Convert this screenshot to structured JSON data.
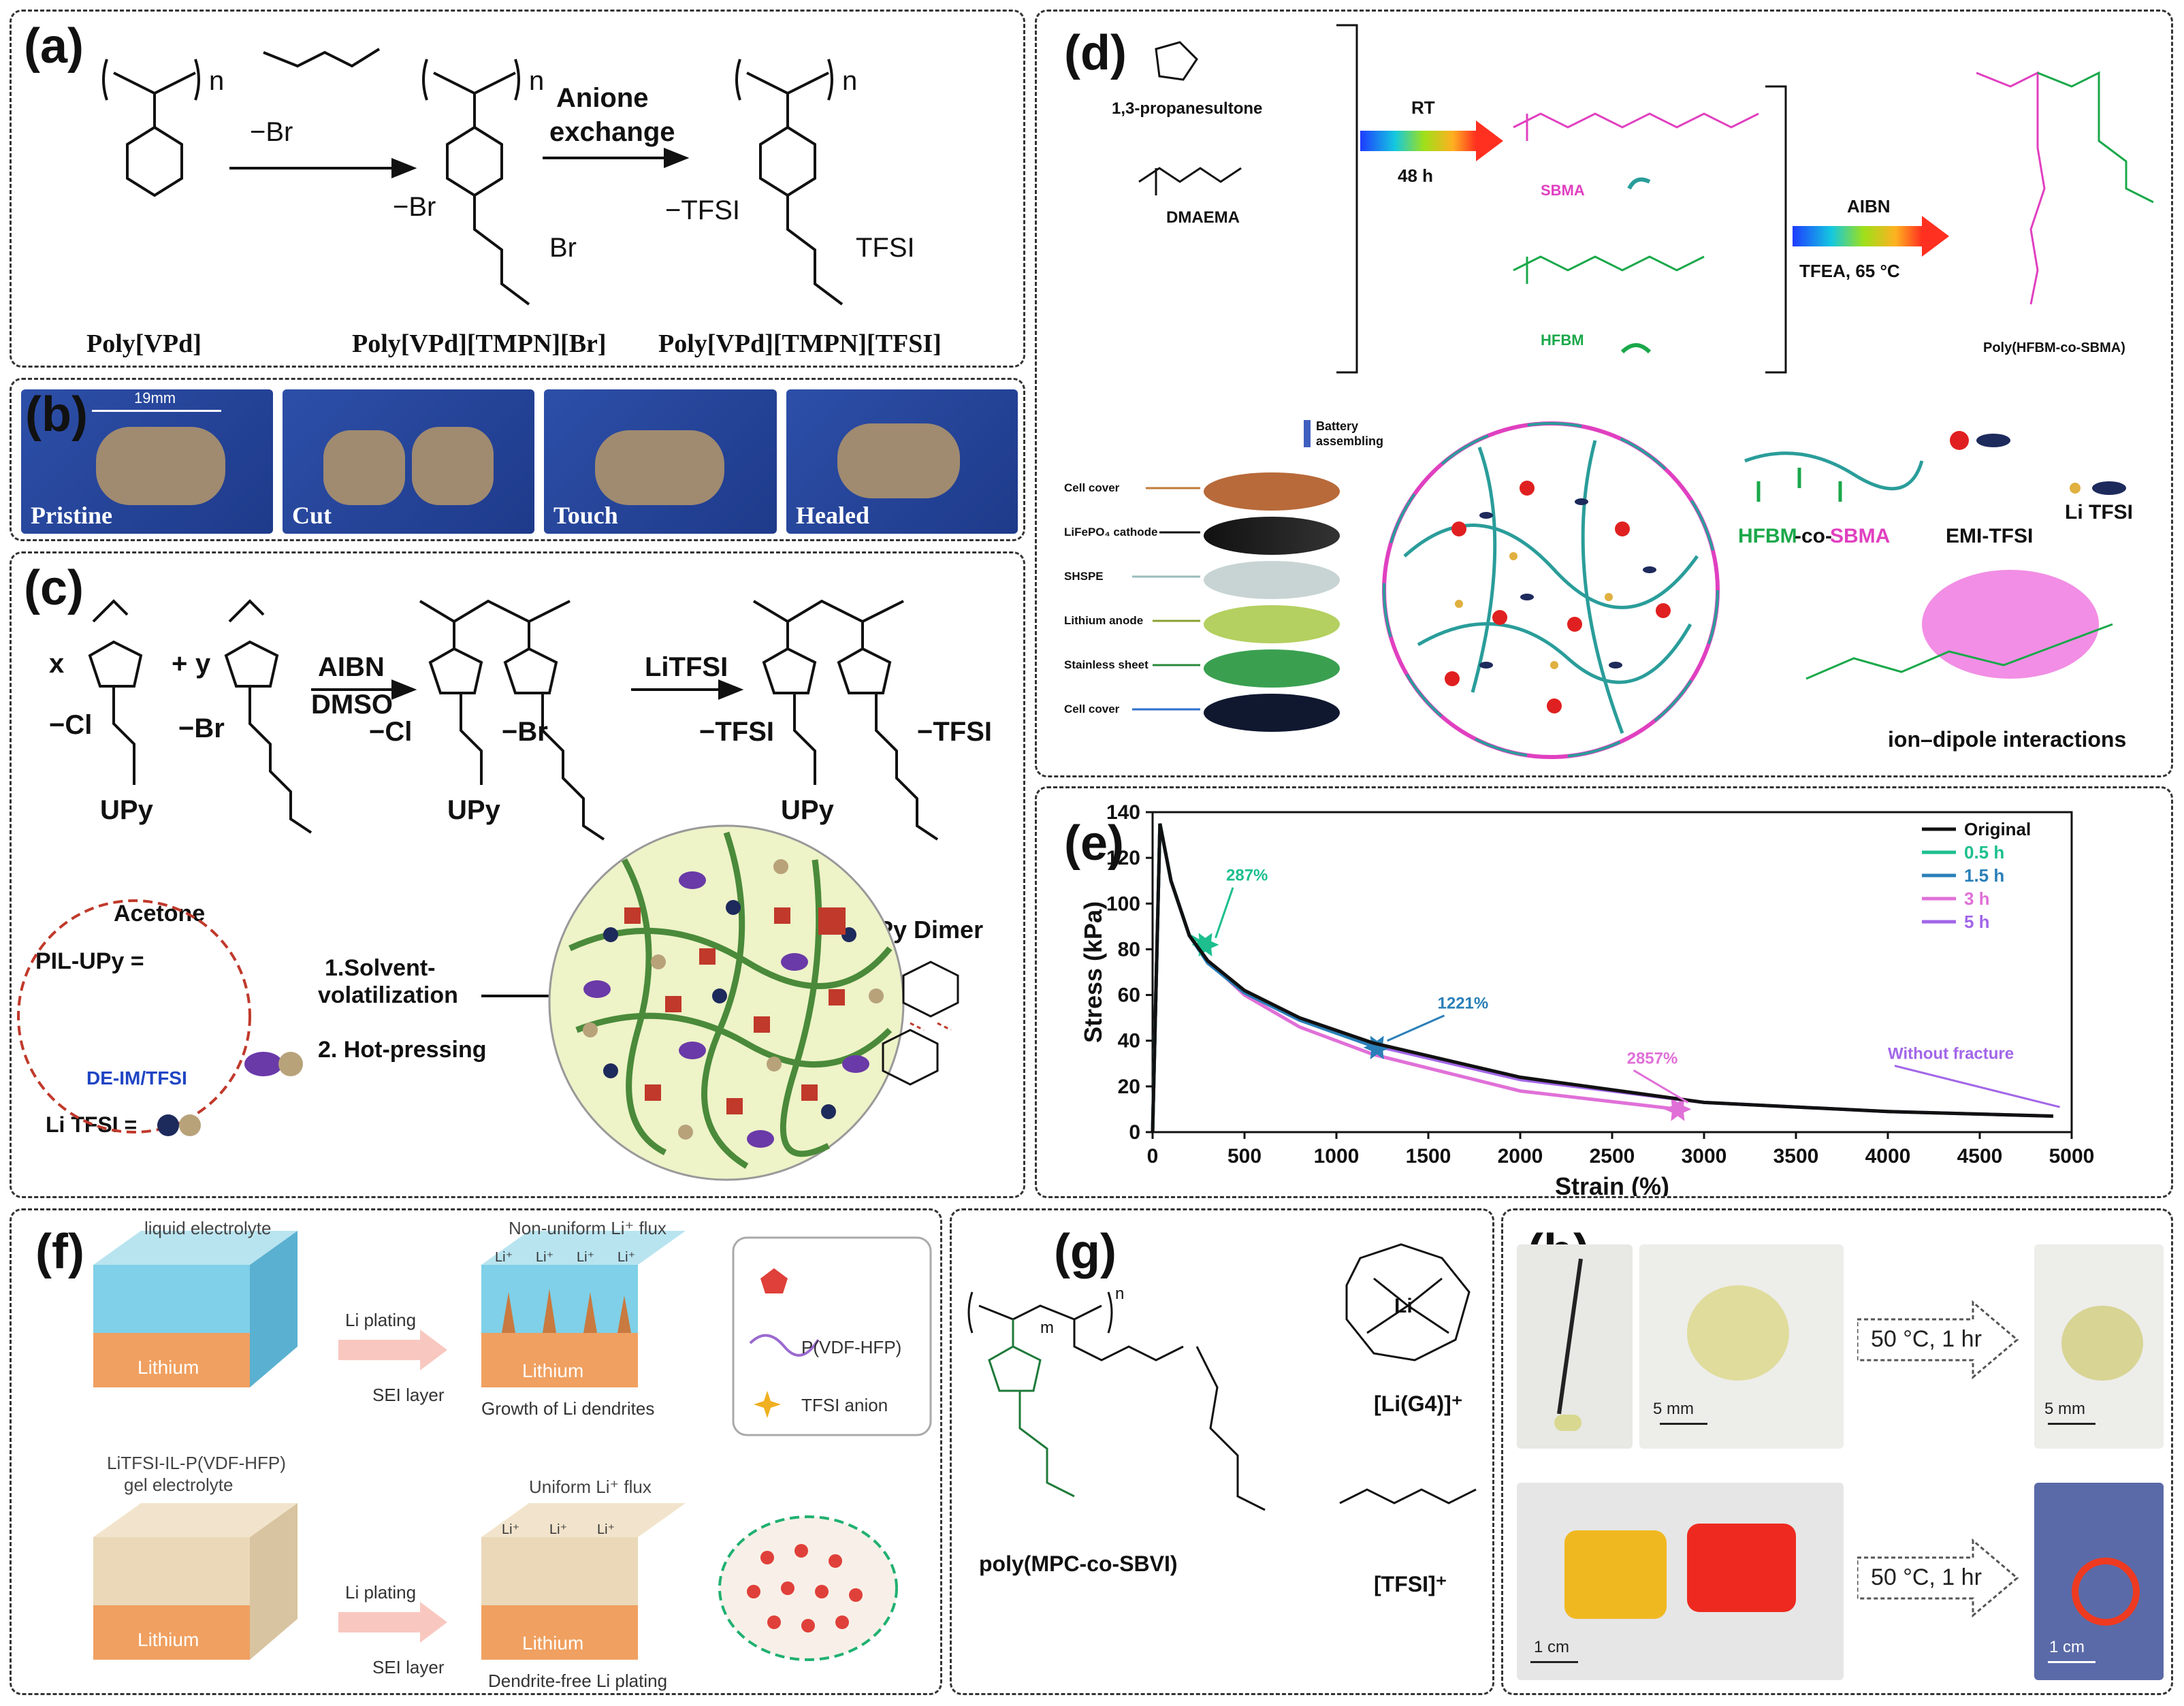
{
  "colors": {
    "pink": "#e040c0",
    "green": "#1aa84a",
    "blue": "#2e6fc9",
    "teal": "#2a9d9a",
    "lithium": "#f0a060"
  },
  "a": {
    "label": "(a)",
    "anion_exchange_l1": "Anione",
    "anion_exchange_l2": "exchange",
    "n": "n",
    "br": "Br",
    "br_minus": "−Br",
    "tfsi": "TFSI",
    "tfsi_minus": "−TFSI",
    "name1": "Poly[VPd]",
    "name2": "Poly[VPd][TMPN][Br]",
    "name3": "Poly[VPd][TMPN][TFSI]"
  },
  "b": {
    "label": "(b)",
    "scale": "19mm",
    "photos": [
      "Pristine",
      "Cut",
      "Touch",
      "Healed"
    ]
  },
  "c": {
    "label": "(c)",
    "x": "x",
    "y": "y",
    "plus": "+",
    "aibn": "AIBN",
    "dmso": "DMSO",
    "litfsi": "LiTFSI",
    "cl": "−Cl",
    "br": "−Br",
    "tfsi": "−TFSI",
    "upy": "UPy",
    "acetone": "Acetone",
    "pil_upy": "PIL-UPy =",
    "de_im": "DE-IM/TFSI",
    "li_tfsi": "Li TFSI =",
    "step1_l1": "1.Solvent-",
    "step1_l2": "volatilization",
    "step2": "2. Hot-pressing",
    "upy_dimer": "UPy Dimer"
  },
  "d": {
    "label": "(d)",
    "propanesultone": "1,3-propanesultone",
    "dmaema": "DMAEMA",
    "rt": "RT",
    "h48": "48 h",
    "sbma": "SBMA",
    "hfbm": "HFBM",
    "aibn": "AIBN",
    "tfea": "TFEA, 65 °C",
    "product": "Poly(HFBM-co-SBMA)",
    "battery_l1": "Battery",
    "battery_l2": "assembling",
    "layers": [
      "Cell cover",
      "LiFePO₄ cathode",
      "SHSPE",
      "Lithium anode",
      "Stainless sheet",
      "Cell cover"
    ],
    "hfbm_co": "HFBM",
    "co": "-co-",
    "sbma2": "SBMA",
    "emi_tfsi": "EMI-TFSI",
    "li_tfsi": "Li TFSI",
    "ion_dipole": "ion–dipole interactions"
  },
  "e": {
    "label": "(e)",
    "annotations": [
      "287%",
      "1221%",
      "2857%",
      "Without fracture"
    ]
  },
  "f": {
    "label": "(f)",
    "liquid": "liquid electrolyte",
    "nonuniform": "Non-uniform Li⁺ flux",
    "li_plating": "Li plating",
    "sei": "SEI layer",
    "lithium": "Lithium",
    "growth": "Growth of Li dendrites",
    "gel_l1": "LiTFSI-IL-P(VDF-HFP)",
    "gel_l2": "gel electrolyte",
    "uniform": "Uniform Li⁺ flux",
    "dendrite_free": "Dendrite-free Li plating",
    "legend": [
      "P(VDF-HFP)",
      "TFSI anion"
    ],
    "li_plus": "Li⁺"
  },
  "g": {
    "label": "(g)",
    "polymer": "poly(MPC-co-SBVI)",
    "li_g4": "[Li(G4)]⁺",
    "tfsi": "[TFSI]⁺",
    "m": "m",
    "n": "n"
  },
  "h": {
    "label": "(h)",
    "cond1": "50 °C, 1 hr",
    "cond2": "50 °C, 1 hr",
    "scale1": "5 mm",
    "scale2": "5 mm",
    "scale3": "1 cm",
    "scale4": "1 cm"
  },
  "chart_data": {
    "type": "line",
    "xlabel": "Strain (%)",
    "ylabel": "Stress (kPa)",
    "xlim": [
      0,
      5000
    ],
    "ylim": [
      0,
      140
    ],
    "xticks": [
      0,
      500,
      1000,
      1500,
      2000,
      2500,
      3000,
      3500,
      4000,
      4500,
      5000
    ],
    "yticks": [
      0,
      20,
      40,
      60,
      80,
      100,
      120,
      140
    ],
    "legend_position": "top-right",
    "series": [
      {
        "name": "Original",
        "color": "#111111",
        "x": [
          0,
          40,
          100,
          200,
          300,
          500,
          800,
          1200,
          2000,
          3000,
          4000,
          4900
        ],
        "y": [
          0,
          135,
          110,
          86,
          75,
          62,
          50,
          39,
          24,
          13,
          9,
          7
        ]
      },
      {
        "name": "0.5 h",
        "color": "#1dbf8f",
        "x": [
          0,
          40,
          100,
          200,
          287
        ],
        "y": [
          0,
          135,
          110,
          86,
          82
        ]
      },
      {
        "name": "1.5 h",
        "color": "#2a7fb8",
        "x": [
          0,
          40,
          100,
          200,
          300,
          500,
          800,
          1221
        ],
        "y": [
          0,
          135,
          110,
          86,
          74,
          61,
          49,
          37
        ]
      },
      {
        "name": "3 h",
        "color": "#e070d8",
        "x": [
          0,
          40,
          100,
          200,
          300,
          500,
          800,
          1200,
          2000,
          2857
        ],
        "y": [
          0,
          135,
          110,
          86,
          75,
          60,
          46,
          34,
          18,
          10
        ]
      },
      {
        "name": "5 h",
        "color": "#a266e8",
        "x": [
          0,
          40,
          100,
          200,
          300,
          500,
          800,
          1200,
          2000,
          3000,
          4000,
          4900
        ],
        "y": [
          0,
          135,
          110,
          86,
          75,
          61,
          49,
          38,
          23,
          13,
          9,
          7
        ]
      }
    ]
  }
}
